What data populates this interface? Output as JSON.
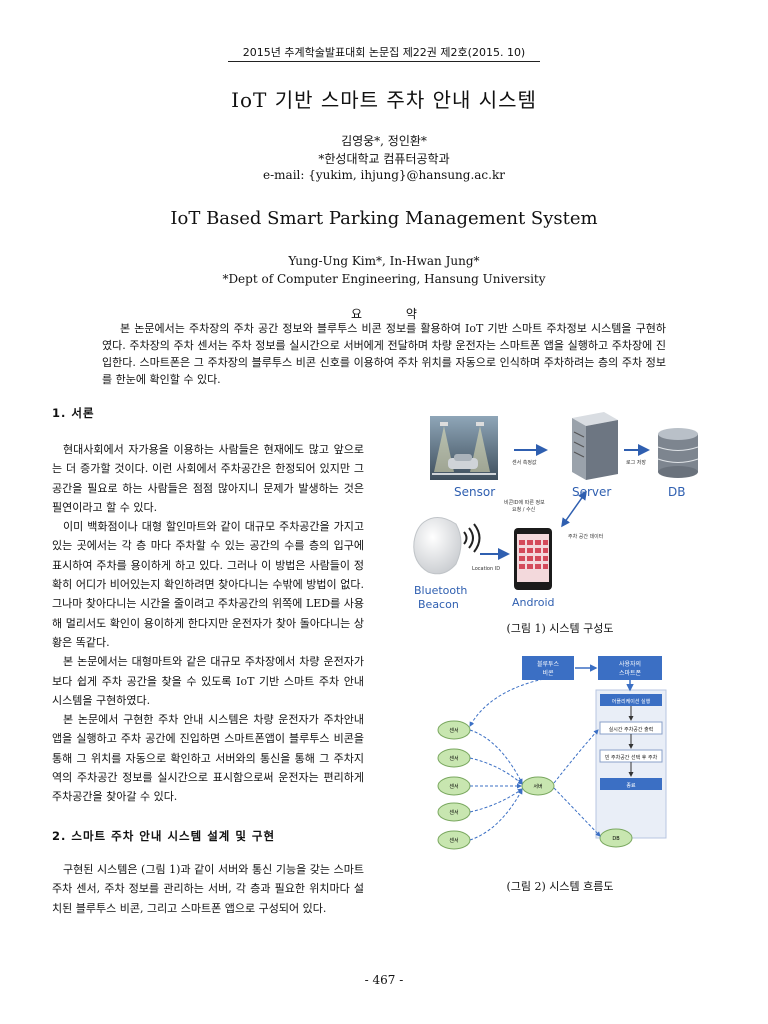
{
  "header": "2015년 추계학술발표대회 논문집 제22권 제2호(2015. 10)",
  "title_ko": "IoT 기반 스마트 주차 안내 시스템",
  "authors_ko": "김영웅*, 정인환*",
  "affiliation_ko": "*한성대학교 컴퓨터공학과",
  "email": "e-mail: {yukim, ihjung}@hansung.ac.kr",
  "title_en": "IoT Based Smart Parking Management System",
  "authors_en": "Yung-Ung Kim*, In-Hwan Jung*",
  "affiliation_en": "*Dept of Computer Engineering, Hansung University",
  "abstract_heading": "요 약",
  "abstract": "본 논문에서는 주차장의 주차 공간 정보와 블루투스 비콘 정보를 활용하여 IoT 기반 스마트 주차정보 시스템을 구현하였다. 주차장의 주차 센서는 주차 정보를 실시간으로 서버에게 전달하며 차량 운전자는 스마트폰 앱을 실행하고 주차장에 진입한다. 스마트폰은 그 주차장의 블루투스 비콘 신호를 이용하여 주차 위치를 자동으로 인식하며 주차하려는 층의 주차 정보를 한눈에 확인할 수 있다.",
  "section1": {
    "heading": "1. 서론",
    "paragraphs": [
      "현대사회에서 자가용을 이용하는 사람들은 현재에도 많고 앞으로는 더 증가할 것이다. 이런 사회에서 주차공간은 한정되어 있지만 그 공간을 필요로 하는 사람들은 점점 많아지니 문제가 발생하는 것은 필연이라고 할 수 있다.",
      "이미 백화점이나 대형 할인마트와 같이 대규모 주차공간을 가지고 있는 곳에서는 각 층 마다 주차할 수 있는 공간의 수를 층의 입구에 표시하여 주차를 용이하게 하고 있다. 그러나 이 방법은 사람들이 정확히 어디가 비어있는지 확인하려면 찾아다니는 수밖에 방법이 없다. 그나마 찾아다니는 시간을 줄이려고 주차공간의 위쪽에 LED를 사용해 멀리서도 확인이 용이하게 한다지만 운전자가 찾아 돌아다니는 상황은 똑같다.",
      "본 논문에서는 대형마트와 같은 대규모 주차장에서 차량 운전자가 보다 쉽게 주차 공간을 찾을 수 있도록 IoT 기반 스마트 주차 안내 시스템을 구현하였다.",
      "본 논문에서 구현한 주차 안내 시스템은 차량 운전자가 주차안내 앱을 실행하고 주차 공간에 진입하면 스마트폰앱이 블루투스 비콘을 통해 그 위치를 자동으로 확인하고 서버와의 통신을 통해 그 주차지역의 주차공간 정보를 실시간으로 표시함으로써 운전자는 편리하게 주차공간을 찾아갈 수 있다."
    ]
  },
  "section2": {
    "heading": "2. 스마트 주차 안내 시스템 설계 및 구현",
    "paragraphs": [
      "구현된 시스템은 (그림 1)과 같이 서버와 통신 기능을 갖는 스마트 주차 센서, 주차 정보를 관리하는 서버, 각 층과 필요한 위치마다 설치된 블루투스 비콘, 그리고 스마트폰 앱으로 구성되어 있다."
    ]
  },
  "figure1": {
    "caption": "(그림 1) 시스템 구성도",
    "labels": {
      "sensor": "Sensor",
      "server": "Server",
      "db": "DB",
      "beacon_line1": "Bluetooth",
      "beacon_line2": "Beacon",
      "android": "Android",
      "sensor_measure": "센서 측정값",
      "log_store": "로그 저장",
      "request_line1": "비콘ID에 따른 정보",
      "request_line2": "요청 / 수신",
      "parking_data": "주차 공간 데이터",
      "location_id": "Location ID"
    }
  },
  "figure2": {
    "caption": "(그림 2) 시스템 흐름도",
    "labels": {
      "beacon_line1": "블루투스",
      "beacon_line2": "비콘",
      "phone_line1": "사용자의",
      "phone_line2": "스마트폰",
      "step1": "어플리케이션 실행",
      "step2": "실시간 주차공간 출력",
      "step3": "빈 주차공간 선택 후 주차",
      "step4": "종료",
      "sensor": "센서",
      "server": "서버",
      "db": "DB"
    }
  },
  "page_number": "- 467 -",
  "colors": {
    "flow_blue": "#3b6fc4",
    "node_green": "#c8e6b0",
    "arrow_blue": "#2f5fb0"
  }
}
